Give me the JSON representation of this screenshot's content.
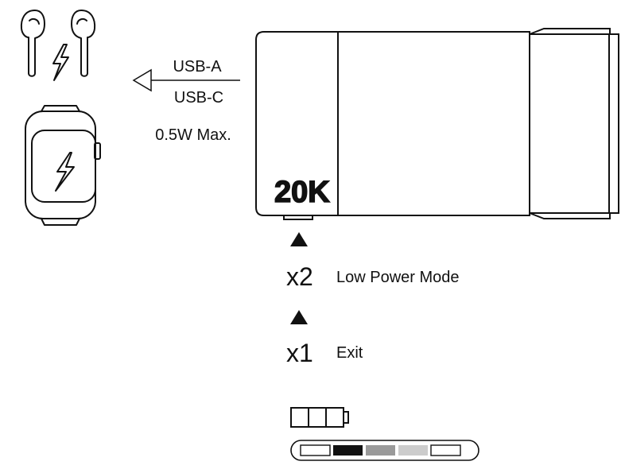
{
  "connection": {
    "port_a": "USB-A",
    "port_c": "USB-C",
    "max_output": "0.5W Max."
  },
  "power_bank": {
    "capacity_label": "20K"
  },
  "instructions": {
    "low_power": {
      "press_count": "x2",
      "label": "Low Power Mode"
    },
    "exit": {
      "press_count": "x1",
      "label": "Exit"
    }
  },
  "indicators": {
    "battery_segments": 3,
    "led_bar": {
      "segment_colors": [
        "#ffffff",
        "#111111",
        "#9a9a9a",
        "#cccccc",
        "#ffffff"
      ]
    }
  },
  "colors": {
    "stroke": "#111111",
    "background": "#ffffff"
  },
  "icons": {
    "earbuds": "earbuds-icon",
    "watch": "smartwatch-icon",
    "lightning": "lightning-icon",
    "button_press": "triangle-up-icon",
    "battery": "battery-icon"
  }
}
